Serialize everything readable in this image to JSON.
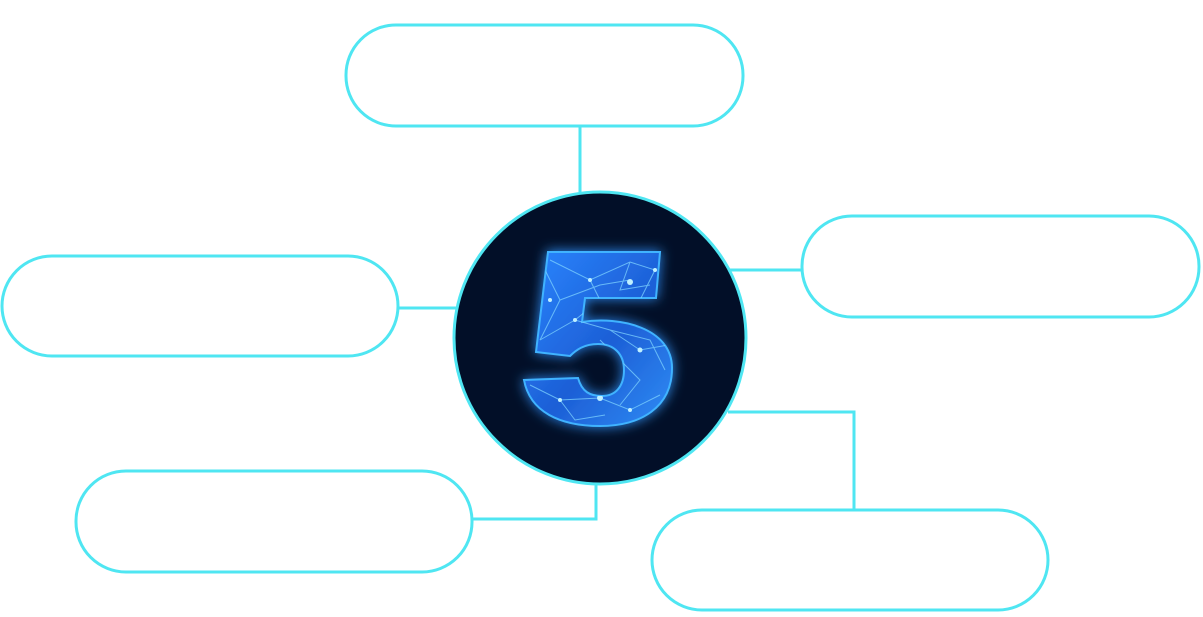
{
  "diagram": {
    "center": {
      "label": "5",
      "icon": "network-number-five-icon"
    },
    "boxes": [
      {
        "id": "top",
        "text": ""
      },
      {
        "id": "right",
        "text": ""
      },
      {
        "id": "left",
        "text": ""
      },
      {
        "id": "bottom-left",
        "text": ""
      },
      {
        "id": "bottom-right",
        "text": ""
      }
    ]
  },
  "colors": {
    "outline": "#4fe6f2",
    "circle_fill": "#020f28",
    "digit_fill": "#1f73e6",
    "digit_glow": "#2ea6ff",
    "network_lines": "#7fd4ff",
    "background": "#ffffff"
  }
}
